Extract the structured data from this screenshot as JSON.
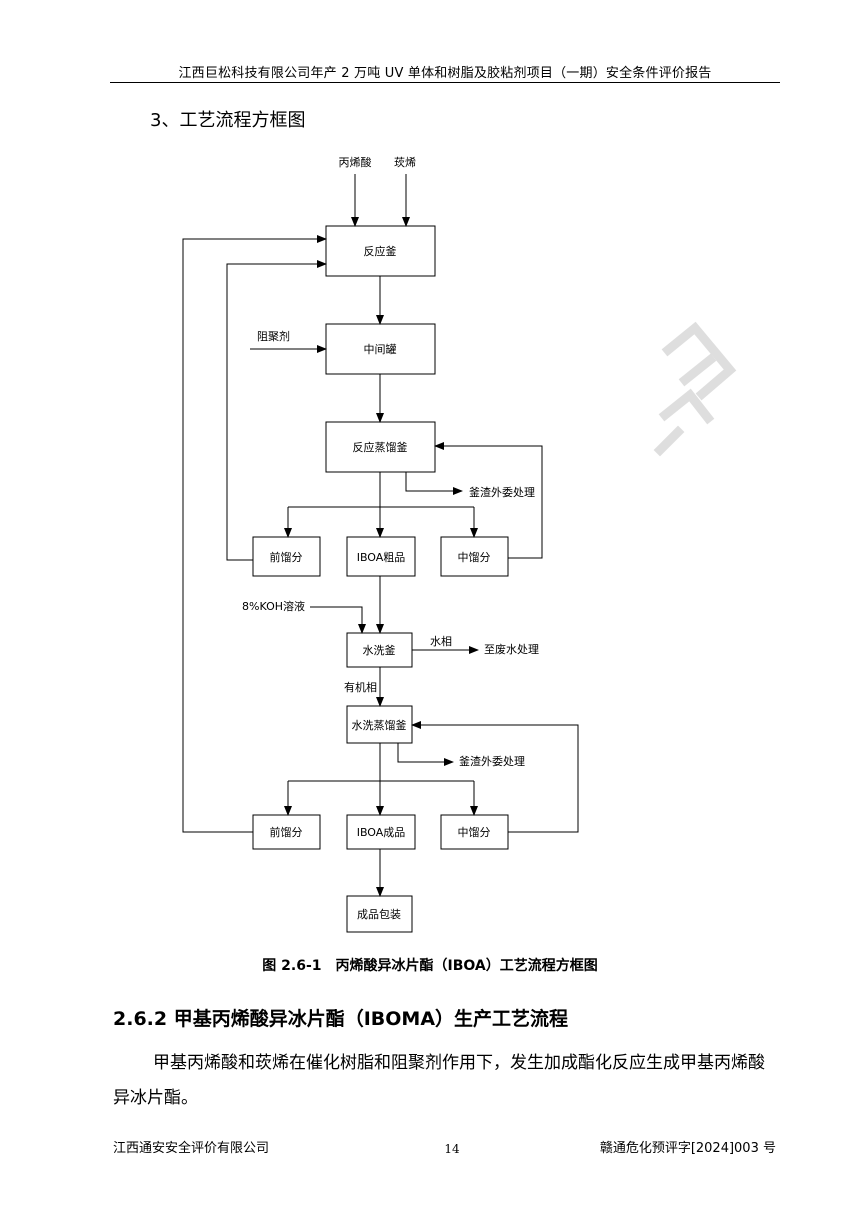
{
  "header": {
    "title": "江西巨松科技有限公司年产 2 万吨 UV 单体和树脂及胶粘剂项目（一期）安全条件评价报告"
  },
  "section": {
    "heading": "3、工艺流程方框图"
  },
  "flowchart": {
    "inputs": {
      "acrylic_acid": "丙烯酸",
      "camphene": "莰烯",
      "inhibitor": "阻聚剂",
      "koh": "8%KOH溶液"
    },
    "boxes": {
      "reactor": "反应釜",
      "intermediate_tank": "中间罐",
      "distill_reactor": "反应蒸馏釜",
      "front_cut_1": "前馏分",
      "iboa_crude": "IBOA粗品",
      "middle_cut_1": "中馏分",
      "wash_kettle": "水洗釜",
      "wash_distill": "水洗蒸馏釜",
      "front_cut_2": "前馏分",
      "iboa_product": "IBOA成品",
      "middle_cut_2": "中馏分",
      "packaging": "成品包装"
    },
    "labels": {
      "residue_1": "釜渣外委处理",
      "water_phase": "水相",
      "wastewater": "至废水处理",
      "organic_phase": "有机相",
      "residue_2": "釜渣外委处理"
    }
  },
  "caption": "图 2.6-1　丙烯酸异冰片酯（IBOA）工艺流程方框图",
  "subsection": {
    "heading": "2.6.2 甲基丙烯酸异冰片酯（IBOMA）生产工艺流程"
  },
  "paragraph": "甲基丙烯酸和莰烯在催化树脂和阻聚剂作用下，发生加成酯化反应生成甲基丙烯酸异冰片酯。",
  "footer": {
    "company": "江西通安安全评价有限公司",
    "page_number": "14",
    "doc_code": "赣通危化预评字[2024]003 号"
  }
}
